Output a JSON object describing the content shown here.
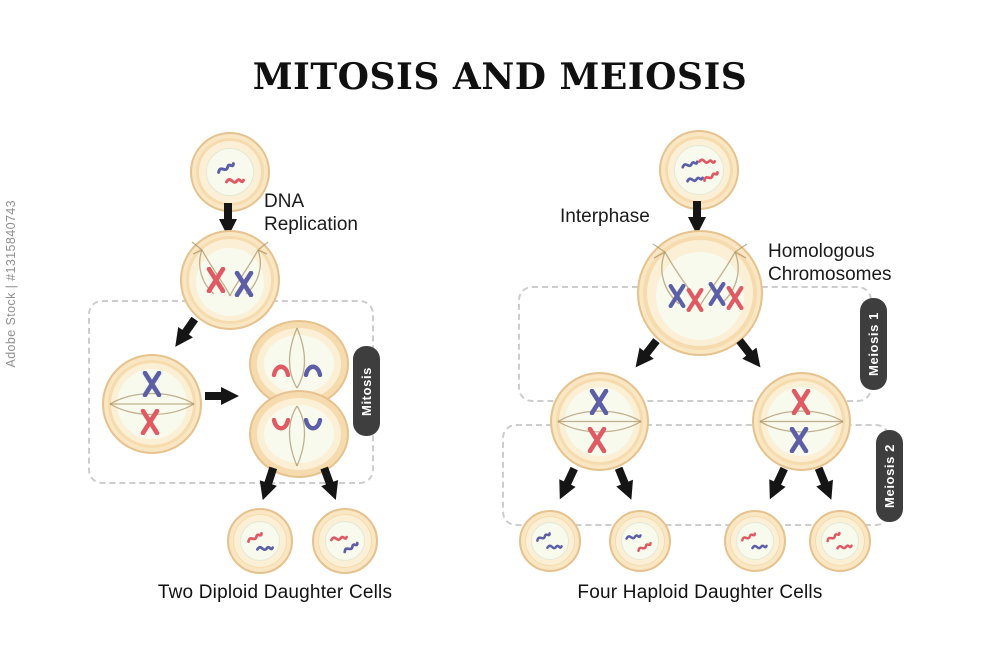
{
  "title": "MITOSIS AND MEIOSIS",
  "watermark": "Adobe Stock | #1315840743",
  "mitosis": {
    "dna_replication_label": "DNA\nReplication",
    "badge": "Mitosis",
    "caption": "Two Diploid Daughter Cells"
  },
  "meiosis": {
    "interphase_label": "Interphase",
    "homologous_label": "Homologous\nChromosomes",
    "badge1": "Meiosis 1",
    "badge2": "Meiosis 2",
    "caption": "Four Haploid Daughter Cells"
  },
  "colors": {
    "cell_membrane": "#F6DBAE",
    "cell_border": "#E6C28F",
    "cell_inner": "#FBF0D5",
    "nucleus": "#F7FAEC",
    "chromosome_red": "#E05A64",
    "chromosome_blue": "#5C5FA6",
    "spindle": "#A79066",
    "badge_background": "#3E3E3E",
    "badge_text": "#FFFFFF",
    "arrow": "#151515",
    "dashed_outline": "#CDCDCD"
  }
}
